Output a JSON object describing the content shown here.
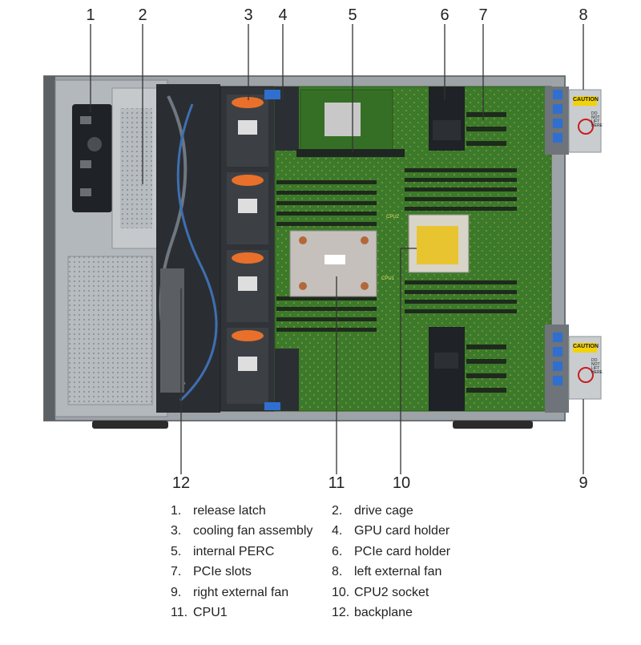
{
  "callouts": {
    "top": [
      "1",
      "2",
      "3",
      "4",
      "5",
      "6",
      "7",
      "8"
    ],
    "bottom": [
      "12",
      "11",
      "10",
      "9"
    ]
  },
  "legend": [
    {
      "num": "1.",
      "label": "release latch"
    },
    {
      "num": "2.",
      "label": "drive cage"
    },
    {
      "num": "3.",
      "label": "cooling fan assembly"
    },
    {
      "num": "4.",
      "label": "GPU card holder"
    },
    {
      "num": "5.",
      "label": "internal PERC"
    },
    {
      "num": "6.",
      "label": "PCIe card holder"
    },
    {
      "num": "7.",
      "label": "PCIe slots"
    },
    {
      "num": "8.",
      "label": "left external fan"
    },
    {
      "num": "9.",
      "label": "right external fan"
    },
    {
      "num": "10.",
      "label": "CPU2 socket"
    },
    {
      "num": "11.",
      "label": "CPU1"
    },
    {
      "num": "12.",
      "label": "backplane"
    }
  ],
  "stickers": {
    "caution_top": "CAUTION",
    "caution_bottom": "CAUTION",
    "lift_top": "DO NOT LIFT HERE",
    "lift_bottom": "DO NOT LIFT HERE"
  },
  "board_labels": {
    "cpu2": "CPU2",
    "cpu1": "CPU1"
  },
  "colors": {
    "chassis": "#a9aeb2",
    "board": "#3e7f2b",
    "dimm": "#1e2a1c",
    "fan_orange": "#e8702a",
    "latch_blue": "#2f6fd1",
    "socket_yellow": "#e8c430"
  }
}
